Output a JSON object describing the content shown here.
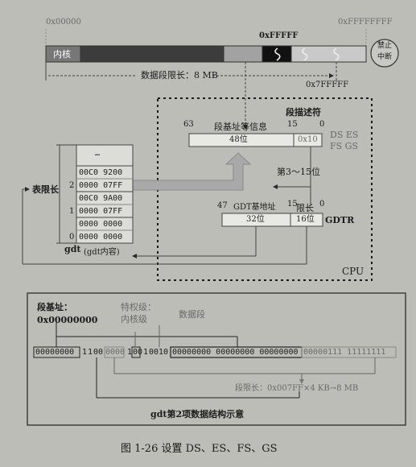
{
  "memory_bar": {
    "addr_start": "0x00000",
    "addr_end": "0xFFFFFFFF",
    "addr_ffff": "0xFFFFF",
    "addr_7fffff": "0x7FFFFF",
    "kernel_label": "内核",
    "forbidden_label_1": "禁止",
    "forbidden_label_2": "中断",
    "segment_limit_text": "数据段限长：8 MB"
  },
  "cpu": {
    "descriptor_title": "段描述符",
    "bit_63": "63",
    "bit_15": "15",
    "bit_0": "0",
    "base_info_label": "段基址等信息",
    "field_48": "48位",
    "selector_value": "0x10",
    "seg_regs_1": "DS ES",
    "seg_regs_2": "FS GS",
    "bits_3_15": "第3～15位",
    "gdtr_bit_47": "47",
    "gdtr_base_label": "GDT基地址",
    "gdtr_bit_15": "15",
    "gdtr_limit_label": "限长",
    "gdtr_bit_0": "0",
    "field_32": "32位",
    "field_16": "16位",
    "gdtr_name": "GDTR",
    "cpu_label": "CPU"
  },
  "gdt_table": {
    "dots": "…",
    "rows": [
      "00C0 9200",
      "0000 07FF",
      "00C0 9A00",
      "0000 07FF",
      "0000 0000",
      "0000 0000"
    ],
    "index_2": "2",
    "index_1": "1",
    "index_0": "0",
    "limit_label": "表限长",
    "gdt_label": "gdt",
    "gdt_content": "(gdt内容)"
  },
  "structure": {
    "base_label": "段基址：",
    "base_value": "0x00000000",
    "privilege_label_1": "特权级：",
    "privilege_label_2": "内核级",
    "data_seg_label": "数据段",
    "bits_base_low": "00000000",
    "bits_g": "1",
    "bits_db": "1",
    "bits_zero": "00",
    "bits_mid_grey": "0000",
    "bits_p": "1",
    "bits_dpl": "00",
    "bits_s": "1",
    "bits_type": "0010",
    "bits_base_high": "00000000 00000000 00000000",
    "bits_limit": "00000111 11111111",
    "limit_calc": "段限长：0x007FF×4 KB→8 MB",
    "struct_caption": "gdt第2项数据结构示意"
  },
  "figure_caption": "图 1-26    设置 DS、ES、FS、GS"
}
